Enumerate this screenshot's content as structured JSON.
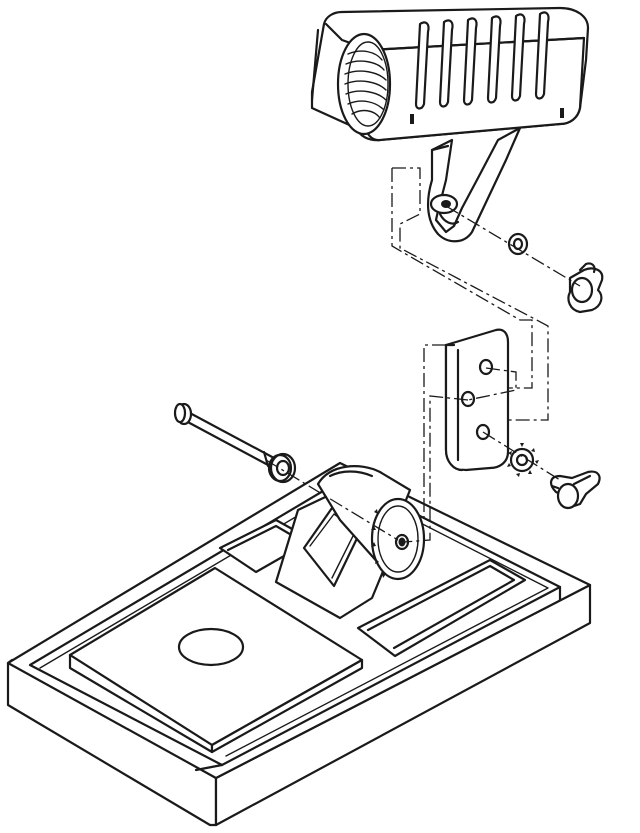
{
  "figure": {
    "title": "",
    "parts": [
      "coil-holder",
      "mounting-bracket",
      "washer",
      "wing-nut",
      "lock-washer",
      "pivot-bolt",
      "pivot-mount",
      "base-tray",
      "sponge-pad"
    ]
  }
}
